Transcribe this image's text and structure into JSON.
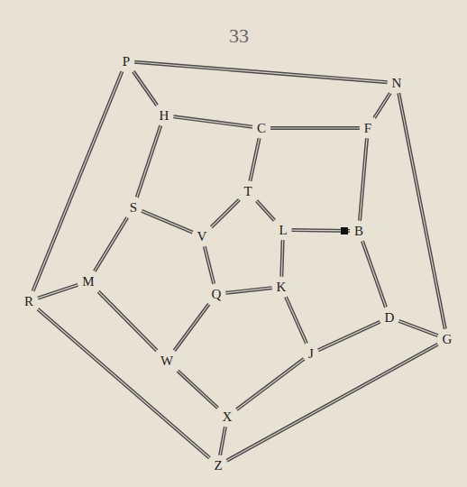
{
  "diagram": {
    "nodes": [
      {
        "text": [
          "P"
        ]
      },
      {
        "text": [
          "N"
        ]
      },
      {
        "text": [
          "G"
        ]
      },
      {
        "text": [
          "Z"
        ]
      },
      {
        "text": [
          "R"
        ]
      },
      {
        "text": [
          "H"
        ]
      },
      {
        "text": [
          "C"
        ]
      },
      {
        "text": [
          "F"
        ]
      },
      {
        "text": [
          "B"
        ]
      },
      {
        "text": [
          "D"
        ]
      },
      {
        "text": [
          "J"
        ]
      },
      {
        "text": [
          "X"
        ]
      },
      {
        "text": [
          "W"
        ]
      },
      {
        "text": [
          "M"
        ]
      },
      {
        "text": [
          "S"
        ]
      },
      {
        "text": [
          "T"
        ]
      },
      {
        "text": [
          "L"
        ]
      },
      {
        "text": [
          "K"
        ]
      },
      {
        "text": [
          "Q"
        ]
      },
      {
        "text": [
          "V"
        ]
      }
    ],
    "edges": [
      {
        "from": 0,
        "to": 1,
        "arrow": "none"
      },
      {
        "from": 1,
        "to": 2,
        "arrow": "none"
      },
      {
        "from": 2,
        "to": 3,
        "arrow": "none"
      },
      {
        "from": 3,
        "to": 4,
        "arrow": "none"
      },
      {
        "from": 4,
        "to": 0,
        "arrow": "none"
      },
      {
        "from": 0,
        "to": 5,
        "arrow": "none"
      },
      {
        "from": 1,
        "to": 7,
        "arrow": "none"
      },
      {
        "from": 2,
        "to": 9,
        "arrow": "none"
      },
      {
        "from": 3,
        "to": 11,
        "arrow": "none"
      },
      {
        "from": 4,
        "to": 13,
        "arrow": "none"
      },
      {
        "from": 5,
        "to": 6,
        "arrow": "none"
      },
      {
        "from": 6,
        "to": 7,
        "arrow": "none"
      },
      {
        "from": 7,
        "to": 8,
        "arrow": "none"
      },
      {
        "from": 8,
        "to": 9,
        "arrow": "none"
      },
      {
        "from": 9,
        "to": 10,
        "arrow": "none"
      },
      {
        "from": 10,
        "to": 11,
        "arrow": "none"
      },
      {
        "from": 11,
        "to": 12,
        "arrow": "none"
      },
      {
        "from": 12,
        "to": 13,
        "arrow": "none"
      },
      {
        "from": 13,
        "to": 14,
        "arrow": "none"
      },
      {
        "from": 14,
        "to": 5,
        "arrow": "none"
      },
      {
        "from": 6,
        "to": 15,
        "arrow": "none"
      },
      {
        "from": 8,
        "to": 16,
        "arrow": "none"
      },
      {
        "from": 10,
        "to": 17,
        "arrow": "none"
      },
      {
        "from": 12,
        "to": 18,
        "arrow": "none"
      },
      {
        "from": 14,
        "to": 19,
        "arrow": "none"
      },
      {
        "from": 15,
        "to": 16,
        "arrow": "none"
      },
      {
        "from": 16,
        "to": 17,
        "arrow": "none"
      },
      {
        "from": 17,
        "to": 18,
        "arrow": "none"
      },
      {
        "from": 18,
        "to": 19,
        "arrow": "none"
      },
      {
        "from": 19,
        "to": 15,
        "arrow": "none"
      }
    ],
    "labels": [
      "33"
    ]
  }
}
